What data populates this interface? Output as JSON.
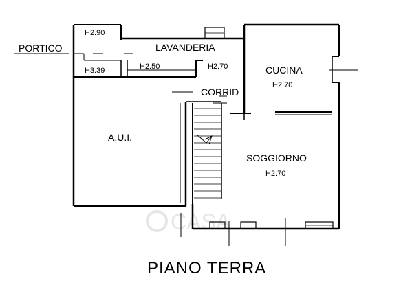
{
  "plan": {
    "title": "PIANO TERRA",
    "rooms": {
      "portico": "PORTICO",
      "lavanderia": "LAVANDERIA",
      "cucina": "CUCINA",
      "corrid": "CORRID",
      "aui": "A.U.I.",
      "soggiorno": "SOGGIORNO"
    },
    "heights": {
      "portico_top": "H2.90",
      "portico_bottom": "H3.39",
      "lavanderia_left": "H2.50",
      "lavanderia_right": "H2.70",
      "cucina": "H2.70",
      "soggiorno": "H2.70"
    }
  }
}
